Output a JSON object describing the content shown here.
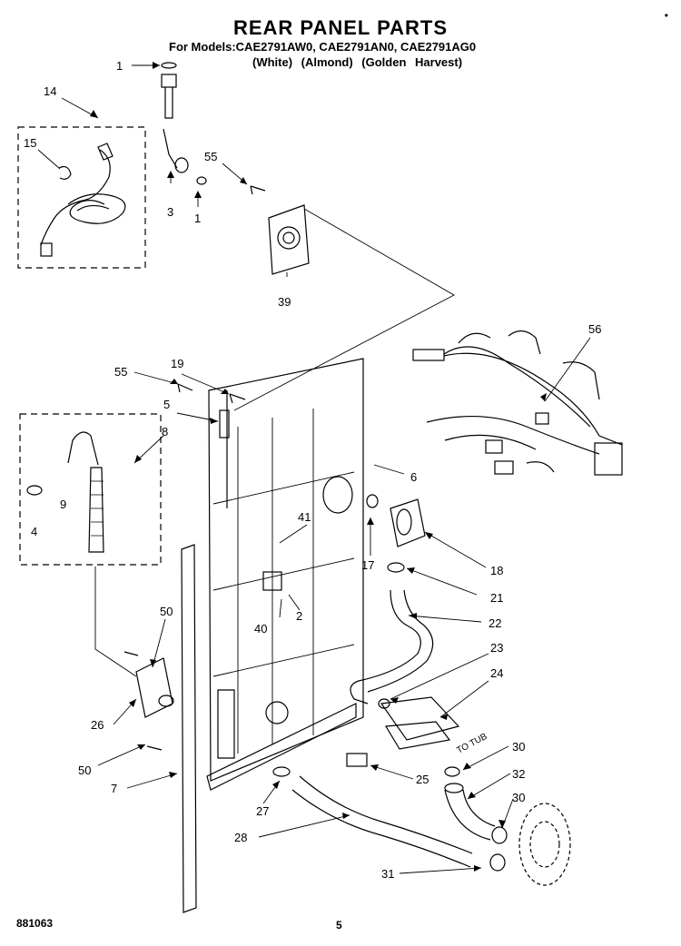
{
  "header": {
    "title": "REAR PANEL PARTS",
    "models": "For Models:CAE2791AW0, CAE2791AN0, CAE2791AG0",
    "colors": "(White)   (Almond) (Golden Harvest)"
  },
  "footer": {
    "doc_number": "881063",
    "page": "5"
  },
  "annotations": {
    "to_tub": "TO TUB"
  },
  "callouts": [
    "1",
    "14",
    "15",
    "3",
    "1",
    "55",
    "39",
    "56",
    "55",
    "19",
    "5",
    "8",
    "6",
    "9",
    "4",
    "41",
    "17",
    "18",
    "21",
    "40",
    "2",
    "22",
    "23",
    "24",
    "50",
    "26",
    "50",
    "7",
    "25",
    "30",
    "32",
    "27",
    "30",
    "28",
    "31"
  ],
  "corner_mark": "•"
}
